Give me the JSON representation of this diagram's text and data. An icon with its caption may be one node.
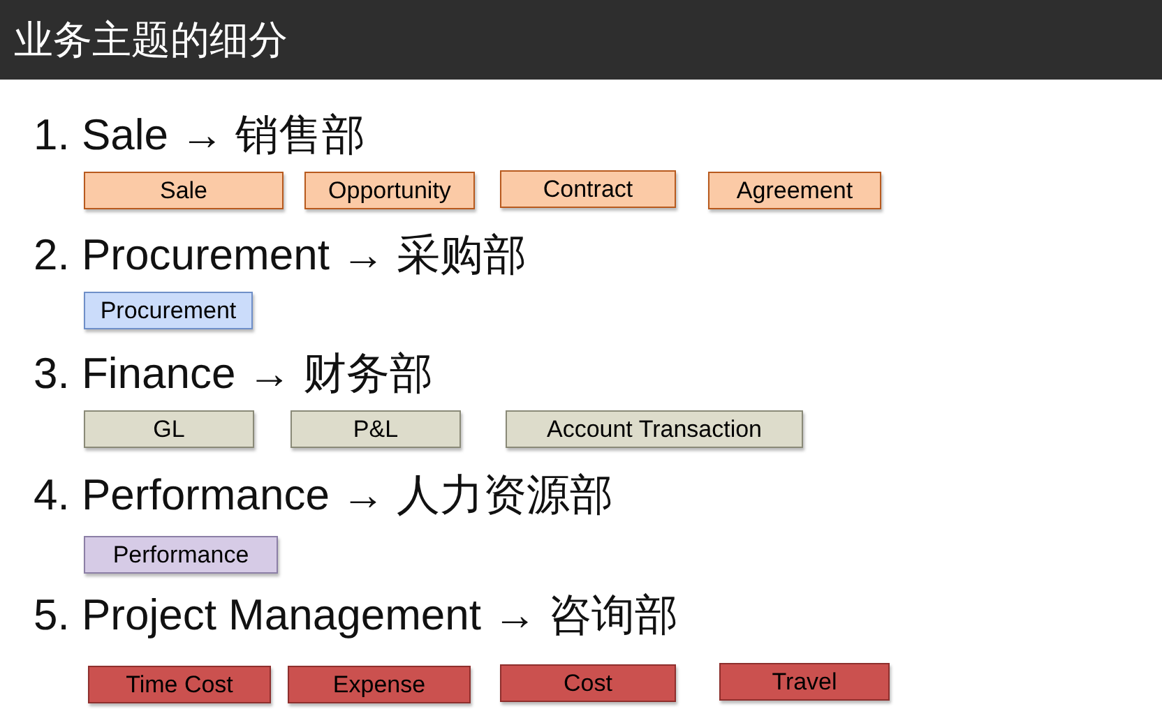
{
  "diagram": {
    "title": "业务主题的细分",
    "nodes": [
      {
        "text": [
          "Sale"
        ]
      },
      {
        "text": [
          "Opportunity"
        ]
      },
      {
        "text": [
          "Contract"
        ]
      },
      {
        "text": [
          "Agreement"
        ]
      },
      {
        "text": [
          "Procurement"
        ]
      },
      {
        "text": [
          "GL"
        ]
      },
      {
        "text": [
          "P&L"
        ]
      },
      {
        "text": [
          "Account Transaction"
        ]
      },
      {
        "text": [
          "Performance"
        ]
      },
      {
        "text": [
          "Time Cost"
        ]
      },
      {
        "text": [
          "Expense"
        ]
      },
      {
        "text": [
          "Cost"
        ]
      },
      {
        "text": [
          "Travel"
        ]
      }
    ],
    "edges": [],
    "labels": [
      "1. Sale → 销售部",
      "2. Procurement → 采购部",
      "3. Finance → 财务部",
      "4. Performance → 人力资源部",
      "5. Project Management → 咨询部"
    ]
  }
}
